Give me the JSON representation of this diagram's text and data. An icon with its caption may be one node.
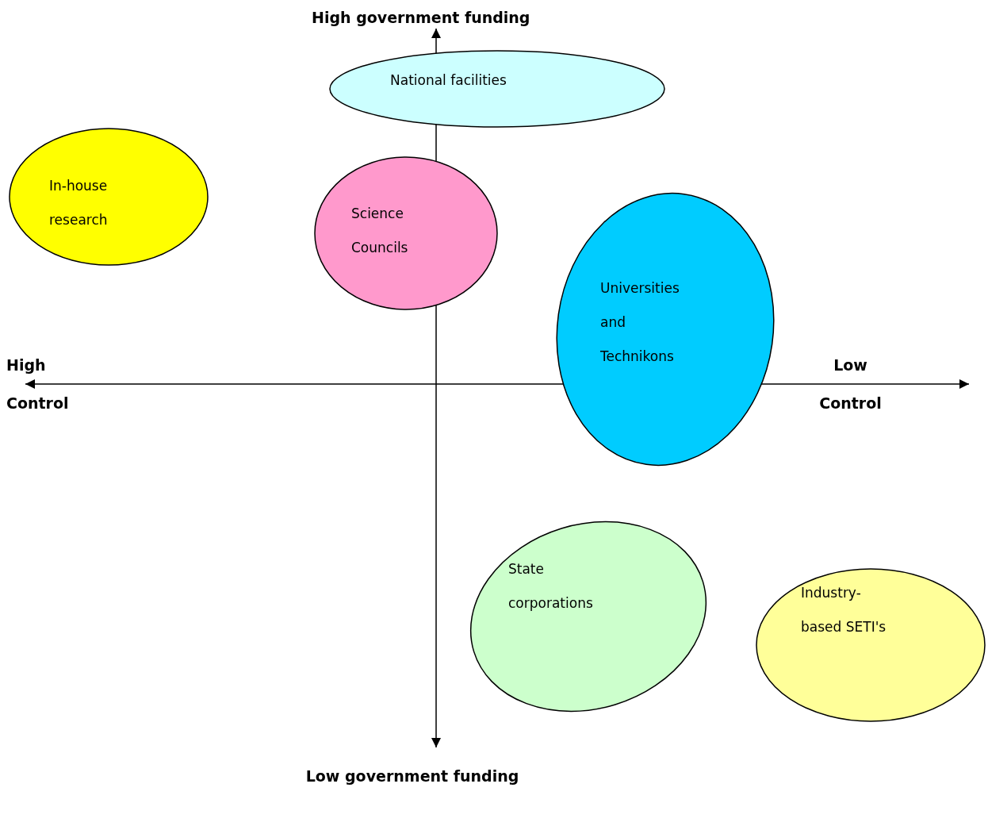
{
  "diagram": {
    "nodes": [
      {
        "text": [
          "National facilities"
        ]
      },
      {
        "text": [
          "In-house research"
        ]
      },
      {
        "text": [
          "Science Councils"
        ]
      },
      {
        "text": [
          "Universities and Technikons"
        ]
      },
      {
        "text": [
          "State corporations"
        ]
      },
      {
        "text": [
          "Industry-based SETI's"
        ]
      }
    ],
    "labels": [
      "High government funding",
      "High Control",
      "Low Control",
      "Low government funding"
    ]
  }
}
